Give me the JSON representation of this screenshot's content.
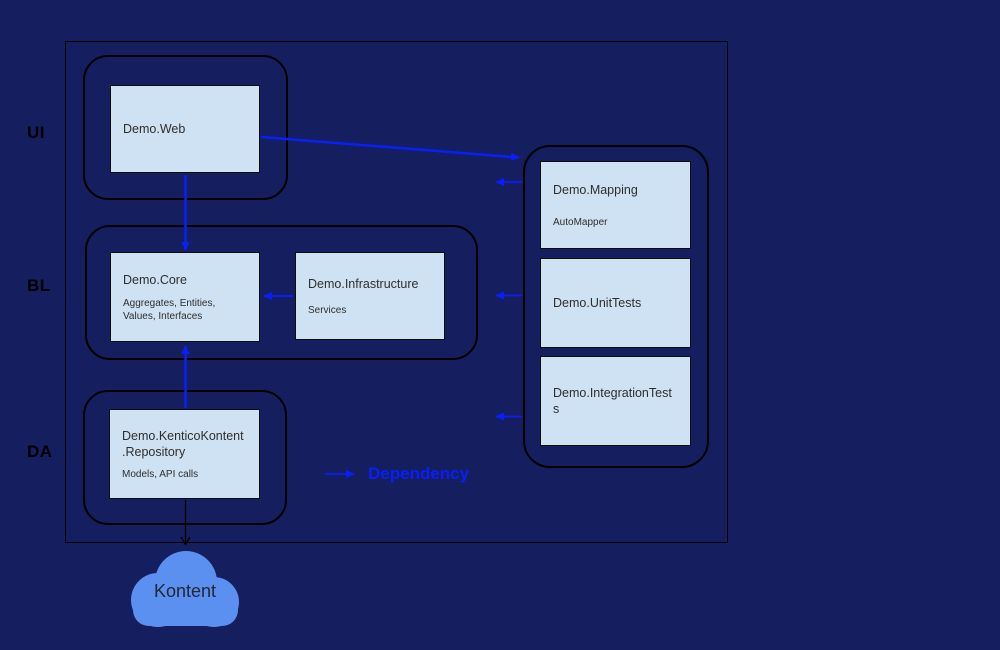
{
  "title": "Demo solution architecture diagram",
  "colors": {
    "background": "#151E5E",
    "node_fill": "#CFE2F3",
    "node_border": "#000000",
    "group_border": "#000000",
    "dependency_arrow_blue": "#0A1EFA",
    "external_arrow_black": "#000000",
    "cloud_fill": "#5B90F1",
    "node_text": "#2E2E2E",
    "layer_label_text": "#000000"
  },
  "layers": [
    {
      "label": "UI"
    },
    {
      "label": "BL"
    },
    {
      "label": "DA"
    }
  ],
  "nodes": {
    "web": {
      "title": "Demo.Web"
    },
    "core": {
      "title": "Demo.Core",
      "subtitle": "Aggregates, Entities, Values, Interfaces"
    },
    "infrastructure": {
      "title": "Demo.Infrastructure",
      "subtitle": "Services"
    },
    "repository": {
      "title": "Demo.KenticoKontent.Repository",
      "subtitle": "Models, API calls"
    },
    "mapping": {
      "title": "Demo.Mapping",
      "subtitle": "AutoMapper"
    },
    "unit_tests": {
      "title": "Demo.UnitTests"
    },
    "integration_tests": {
      "title": "Demo.IntegrationTests"
    }
  },
  "edges": [
    {
      "from": "Demo.Web",
      "to": "Demo.Core",
      "style": "blue"
    },
    {
      "from": "Demo.Web",
      "to": "tests-group",
      "style": "blue"
    },
    {
      "from": "Demo.Infrastructure",
      "to": "Demo.Core",
      "style": "blue"
    },
    {
      "from": "Demo.KenticoKontent.Repository",
      "to": "Demo.Core",
      "style": "blue"
    },
    {
      "from": "Demo.Mapping",
      "to": null,
      "direction": "left",
      "style": "blue"
    },
    {
      "from": "Demo.UnitTests",
      "to": null,
      "direction": "left",
      "style": "blue"
    },
    {
      "from": "Demo.IntegrationTests",
      "to": null,
      "direction": "left",
      "style": "blue"
    },
    {
      "from": "Demo.KenticoKontent.Repository",
      "to": "Kontent",
      "style": "black"
    }
  ],
  "cloud": {
    "label": "Kontent"
  },
  "legend": {
    "label": "Dependency"
  }
}
